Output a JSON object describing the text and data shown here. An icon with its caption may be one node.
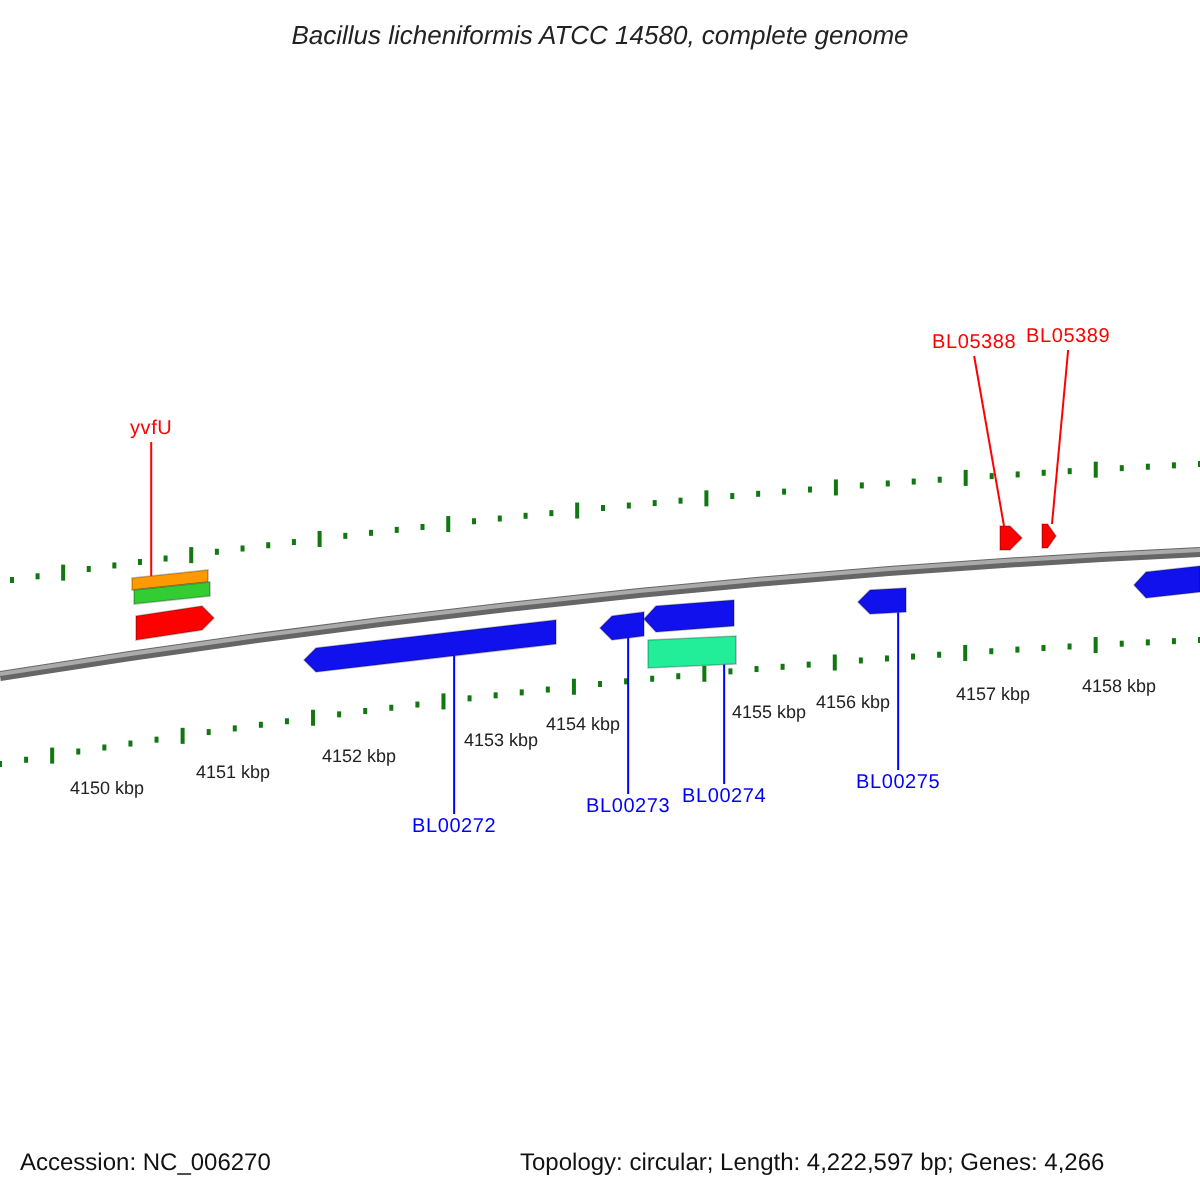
{
  "diagram": {
    "title": "Bacillus licheniformis ATCC 14580, complete genome",
    "nodes": [
      {
        "text": [
          "BL05388"
        ]
      },
      {
        "text": [
          "BL05389"
        ]
      },
      {
        "text": [
          "yvfU"
        ]
      },
      {
        "text": [],
        "shape": "bar"
      },
      {
        "text": [],
        "shape": "bar"
      },
      {
        "text": [],
        "shape": "arrow"
      },
      {
        "text": [],
        "shape": "arrow"
      },
      {
        "text": [],
        "shape": "arrow"
      },
      {
        "text": [],
        "shape": "arrow"
      },
      {
        "text": [],
        "shape": "arrow"
      },
      {
        "text": [],
        "shape": "arrow"
      },
      {
        "text": [],
        "shape": "arrow"
      },
      {
        "text": [],
        "shape": "arrow"
      },
      {
        "text": [],
        "shape": "bar"
      },
      {
        "text": [
          "BL00275"
        ]
      },
      {
        "text": [
          "BL00274"
        ]
      },
      {
        "text": [
          "BL00273"
        ]
      },
      {
        "text": [
          "BL00272"
        ]
      }
    ],
    "edges": [
      {
        "from": 2,
        "to": 3,
        "arrow": "none",
        "color": "#ff0000"
      },
      {
        "from": 0,
        "to": 6,
        "arrow": "none",
        "color": "#ff0000"
      },
      {
        "from": 1,
        "to": 7,
        "arrow": "none",
        "color": "#ff0000"
      },
      {
        "from": 17,
        "to": 11,
        "arrow": "none"
      },
      {
        "from": 16,
        "to": 9,
        "arrow": "none"
      },
      {
        "from": 15,
        "to": 13,
        "arrow": "none"
      },
      {
        "from": 14,
        "to": 12,
        "arrow": "none"
      }
    ],
    "labels": [
      "4150 kbp",
      "4151 kbp",
      "4152 kbp",
      "4153 kbp",
      "4154 kbp",
      "4155 kbp",
      "4156 kbp",
      "4157 kbp",
      "4158 kbp",
      "Accession: NC_006270",
      "Topology: circular; Length: 4,222,597 bp; Genes: 4,266"
    ]
  }
}
